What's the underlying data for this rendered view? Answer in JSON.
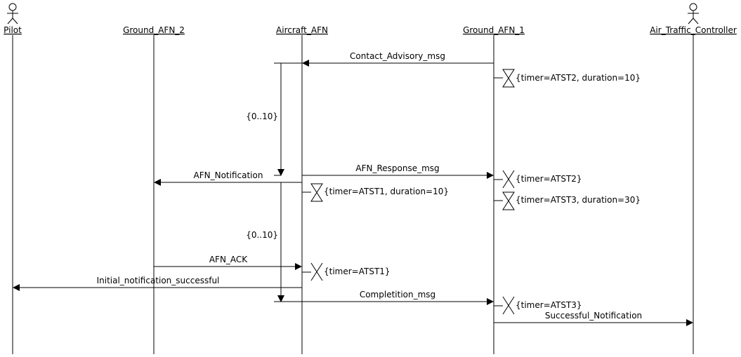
{
  "participants": [
    {
      "id": "pilot",
      "label": "Pilot",
      "actor": true
    },
    {
      "id": "g2",
      "label": "Ground_AFN_2",
      "actor": false
    },
    {
      "id": "ac",
      "label": "Aircraft_AFN",
      "actor": false
    },
    {
      "id": "g1",
      "label": "Ground_AFN_1",
      "actor": false
    },
    {
      "id": "atc",
      "label": "Air_Traffic_Controller",
      "actor": true
    }
  ],
  "messages": [
    {
      "id": "contact",
      "label": "Contact_Advisory_msg",
      "from": "g1",
      "to": "ac"
    },
    {
      "id": "afn-response",
      "label": "AFN_Response_msg",
      "from": "ac",
      "to": "g1"
    },
    {
      "id": "afn-notification",
      "label": "AFN_Notification",
      "from": "ac",
      "to": "g2"
    },
    {
      "id": "afn-ack",
      "label": "AFN_ACK",
      "from": "g2",
      "to": "ac"
    },
    {
      "id": "initial-success",
      "label": "Initial_notification_successful",
      "from": "ac",
      "to": "pilot"
    },
    {
      "id": "completition",
      "label": "Completition_msg",
      "from": "ac",
      "to": "g1"
    },
    {
      "id": "successful-notification",
      "label": "Successful_Notification",
      "from": "g1",
      "to": "atc"
    }
  ],
  "timers": [
    {
      "id": "atst2-set",
      "label": "{timer=ATST2, duration=10}",
      "kind": "set",
      "on": "g1"
    },
    {
      "id": "atst2-stop",
      "label": "{timer=ATST2}",
      "kind": "stop",
      "on": "g1"
    },
    {
      "id": "atst1-set",
      "label": "{timer=ATST1, duration=10}",
      "kind": "set",
      "on": "ac"
    },
    {
      "id": "atst3-set",
      "label": "{timer=ATST3, duration=30}",
      "kind": "set",
      "on": "g1"
    },
    {
      "id": "atst1-stop",
      "label": "{timer=ATST1}",
      "kind": "stop",
      "on": "ac"
    },
    {
      "id": "atst3-stop",
      "label": "{timer=ATST3}",
      "kind": "stop",
      "on": "g1"
    }
  ],
  "constraints": [
    {
      "id": "c1",
      "label": "{0..10}"
    },
    {
      "id": "c2",
      "label": "{0..10}"
    }
  ]
}
